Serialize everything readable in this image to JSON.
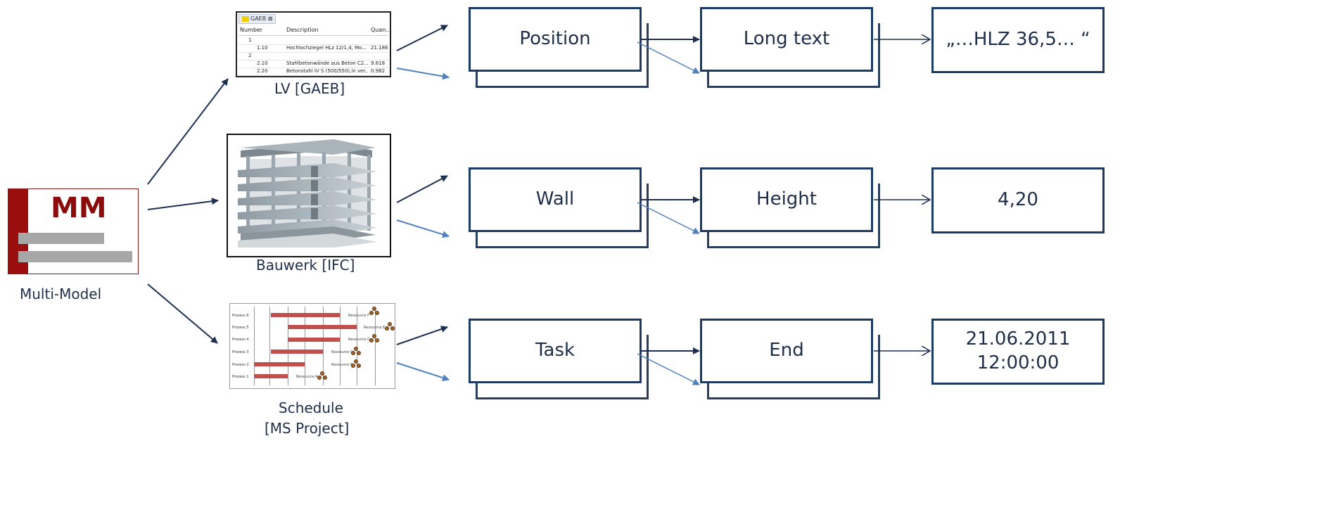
{
  "multimodel": {
    "logo_text": "MM",
    "label": "Multi-Model"
  },
  "sources": {
    "lv": {
      "caption": "LV [GAEB]",
      "tab": "GAEB",
      "columns": [
        "Number",
        "Description",
        "Quan..."
      ],
      "rows": [
        {
          "number": "1",
          "description": "",
          "quantity": ""
        },
        {
          "number": "1.10",
          "description": "Hochlochziegel HLz 12/1,4, Mo...",
          "quantity": "21.186"
        },
        {
          "number": "2",
          "description": "",
          "quantity": ""
        },
        {
          "number": "2.10",
          "description": "Stahlbetonwände aus Beton C2...",
          "quantity": "9.818"
        },
        {
          "number": "2.20",
          "description": "Betonstahl IV S (500/550),in ver...",
          "quantity": "0.982"
        }
      ]
    },
    "ifc": {
      "caption": "Bauwerk [IFC]"
    },
    "schedule": {
      "caption_line1": "Schedule",
      "caption_line2": "[MS Project]",
      "processes": [
        "Prozess 6",
        "Prozess 5",
        "Prozess 4",
        "Prozess 3",
        "Prozess 2",
        "Prozess 1"
      ],
      "resources": [
        "Ressource F",
        "Ressource E",
        "Ressource D",
        "Ressource C",
        "Ressource B",
        "Ressource A"
      ]
    }
  },
  "rows": [
    {
      "entity": "Position",
      "attribute": "Long text",
      "value_line1": "„…HLZ 36,5… “",
      "value_line2": ""
    },
    {
      "entity": "Wall",
      "attribute": "Height",
      "value_line1": "4,20",
      "value_line2": ""
    },
    {
      "entity": "Task",
      "attribute": "End",
      "value_line1": "21.06.2011",
      "value_line2": "12:00:00"
    }
  ],
  "colors": {
    "box_border": "#1b3a64",
    "arrow_dark": "#1b2f50",
    "arrow_blue": "#4f81bd",
    "logo_red": "#9b0e0e",
    "logo_gray": "#a7a7a7",
    "gantt_bar": "#c0504d"
  }
}
